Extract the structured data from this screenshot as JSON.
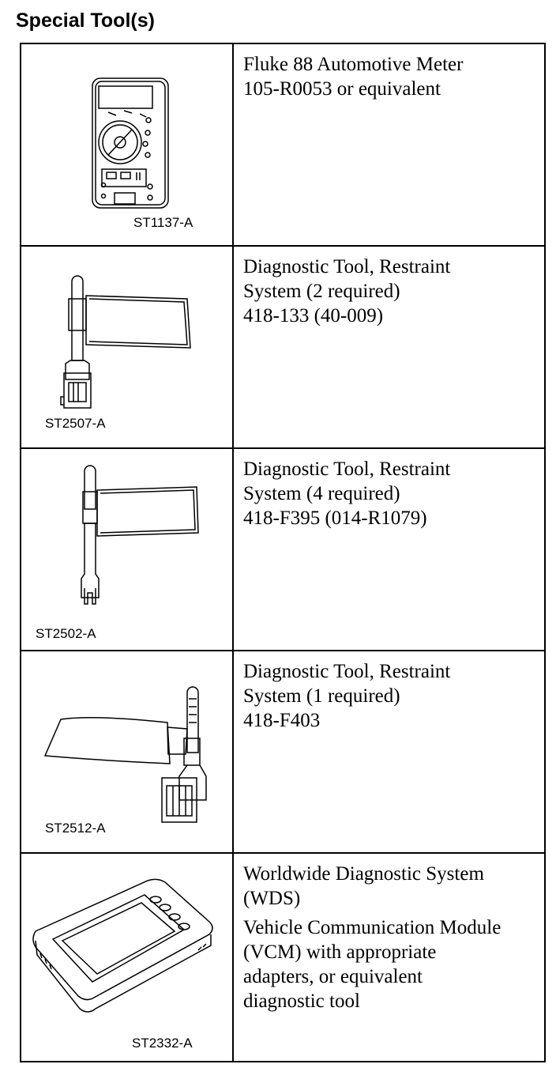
{
  "title": "Special Tool(s)",
  "tools": [
    {
      "image": "multimeter-icon",
      "callout": "ST1137-A",
      "lines": [
        "Fluke 88 Automotive Meter",
        "105-R0053 or equivalent"
      ]
    },
    {
      "image": "restraint-diagnostic-tool-connector-icon",
      "callout": "ST2507-A",
      "lines": [
        "Diagnostic Tool, Restraint",
        "System (2 required)",
        "418-133 (40-009)"
      ]
    },
    {
      "image": "restraint-diagnostic-tool-fork-icon",
      "callout": "ST2502-A",
      "lines": [
        "Diagnostic Tool, Restraint",
        "System (4 required)",
        "418-F395 (014-R1079)"
      ]
    },
    {
      "image": "restraint-diagnostic-tool-plug-icon",
      "callout": "ST2512-A",
      "lines": [
        "Diagnostic Tool, Restraint",
        "System (1 required)",
        "418-F403"
      ]
    },
    {
      "image": "diagnostic-system-tablet-icon",
      "callout": "ST2332-A",
      "lines": [
        "Worldwide Diagnostic System",
        "(WDS)"
      ],
      "lines2": [
        "Vehicle Communication Module",
        "(VCM) with appropriate",
        "adapters, or equivalent",
        "diagnostic tool"
      ]
    }
  ]
}
